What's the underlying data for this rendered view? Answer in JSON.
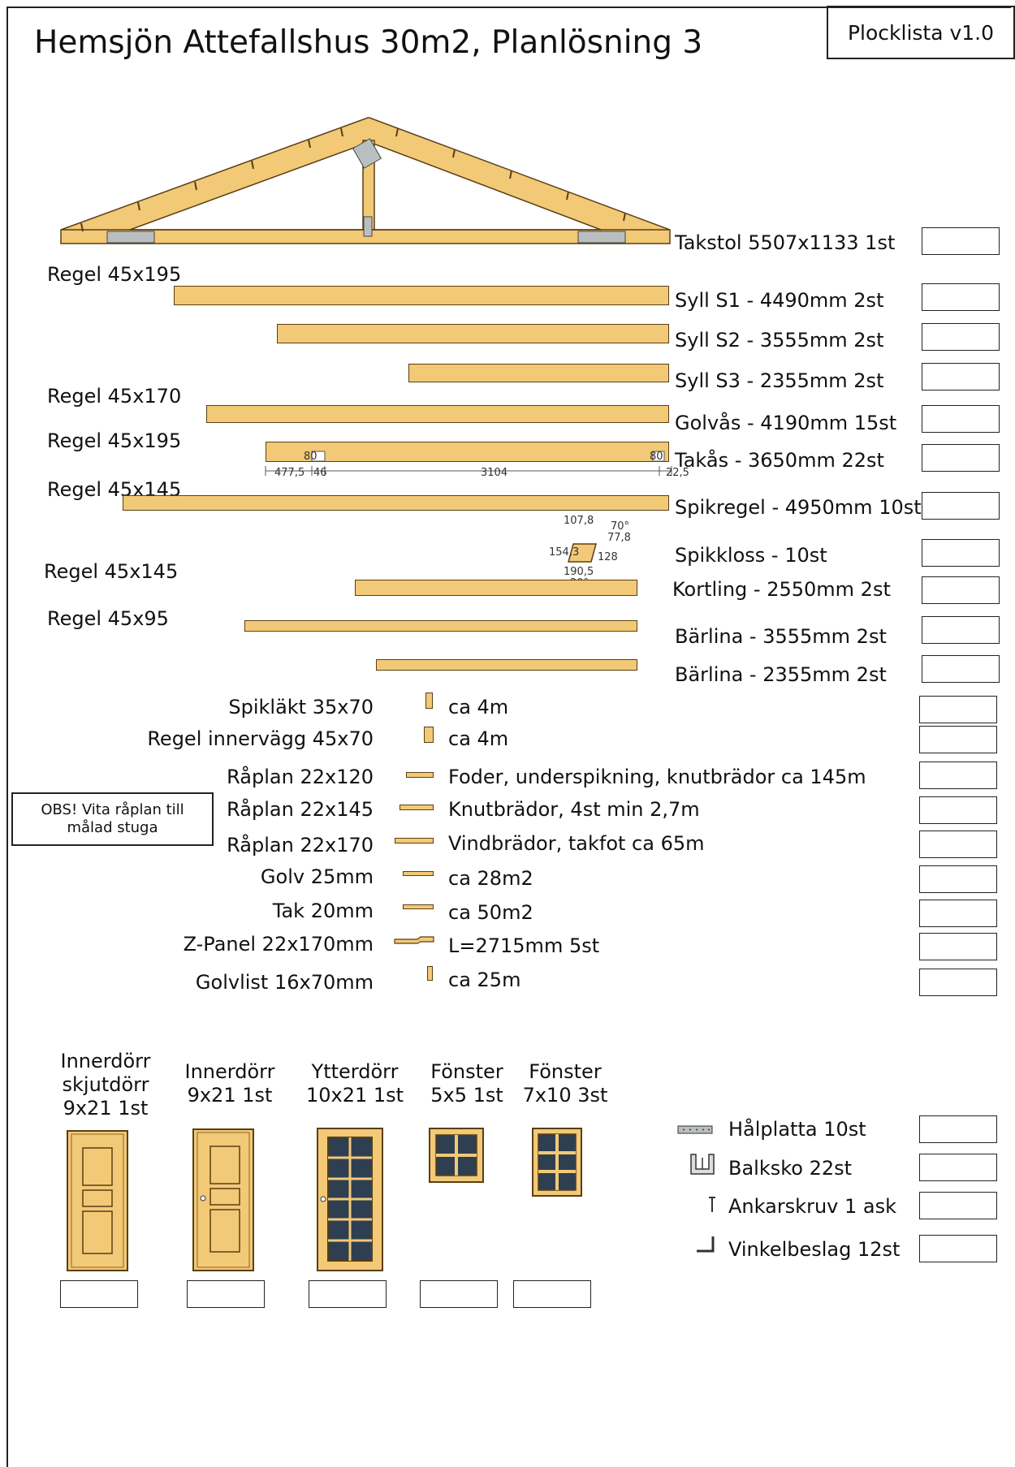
{
  "header": {
    "title": "Hemsjön Attefallshus 30m2, Planlösning 3",
    "version": "Plocklista v1.0"
  },
  "timber": {
    "takstol": "Takstol 5507x1133 1st",
    "groups": [
      "Regel 45x195",
      "Regel 45x170",
      "Regel 45x195",
      "Regel 45x145",
      "Regel 45x145",
      "Regel 45x95"
    ],
    "items": [
      "Syll S1 - 4490mm 2st",
      "Syll S2 - 3555mm 2st",
      "Syll S3 - 2355mm 2st",
      "Golvås - 4190mm 15st",
      "Takås - 3650mm 22st",
      "Spikregel - 4950mm 10st",
      "Spikkloss - 10st",
      "Kortling - 2550mm 2st",
      "Bärlina - 3555mm 2st",
      "Bärlina - 2355mm 2st"
    ],
    "takas_dims": [
      "80",
      "477,5",
      "46",
      "3104",
      "80",
      "22,5"
    ],
    "spikkloss_dims": [
      "107,8",
      "70°",
      "77,8",
      "154,3",
      "128",
      "190,5",
      "20°"
    ]
  },
  "materials": [
    {
      "name": "Spikläkt 35x70",
      "desc": "ca 4m"
    },
    {
      "name": "Regel innervägg 45x70",
      "desc": "ca 4m"
    },
    {
      "name": "Råplan 22x120",
      "desc": "Foder, underspikning, knutbrädor ca 145m"
    },
    {
      "name": "Råplan 22x145",
      "desc": "Knutbrädor, 4st min 2,7m"
    },
    {
      "name": "Råplan 22x170",
      "desc": "Vindbrädor, takfot ca 65m"
    },
    {
      "name": "Golv 25mm",
      "desc": "ca 28m2"
    },
    {
      "name": "Tak 20mm",
      "desc": "ca 50m2"
    },
    {
      "name": "Z-Panel 22x170mm",
      "desc": "L=2715mm 5st"
    },
    {
      "name": "Golvlist 16x70mm",
      "desc": "ca 25m"
    }
  ],
  "note": {
    "line1": "OBS! Vita råplan till",
    "line2": "målad stuga"
  },
  "doors_windows": [
    {
      "l1": "Innerdörr",
      "l2": "skjutdörr",
      "l3": "9x21 1st"
    },
    {
      "l1": "Innerdörr",
      "l2": "9x21 1st"
    },
    {
      "l1": "Ytterdörr",
      "l2": "10x21 1st"
    },
    {
      "l1": "Fönster",
      "l2": "5x5 1st"
    },
    {
      "l1": "Fönster",
      "l2": "7x10 3st"
    }
  ],
  "hardware": [
    {
      "label": "Hålplatta 10st",
      "icon": "perforated-plate-icon"
    },
    {
      "label": "Balksko 22st",
      "icon": "joist-hanger-icon"
    },
    {
      "label": "Ankarskruv 1 ask",
      "icon": "anchor-screw-icon"
    },
    {
      "label": "Vinkelbeslag 12st",
      "icon": "angle-bracket-icon"
    }
  ],
  "colors": {
    "wood": "#f2c976",
    "wood_edge": "#5a3f16",
    "glass": "#2f3f52"
  }
}
